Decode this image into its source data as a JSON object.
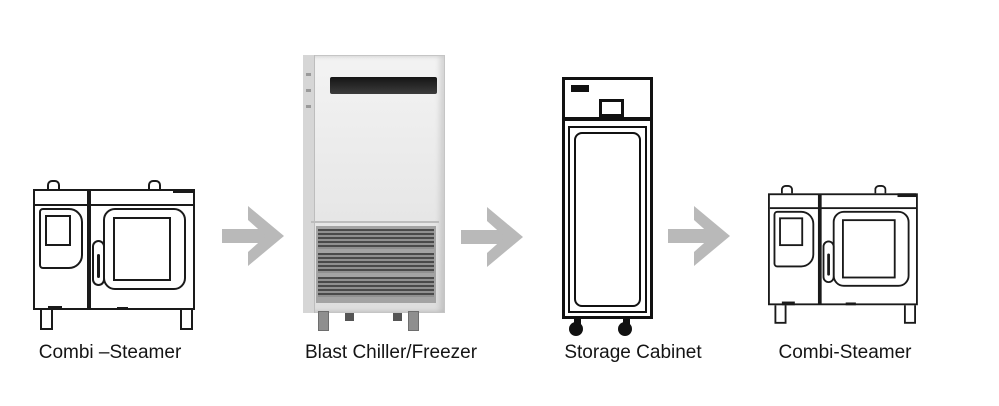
{
  "diagram": {
    "type": "process-flow",
    "background": "#ffffff",
    "stages": [
      {
        "id": "combi-steamer-start",
        "label": "Combi –Steamer",
        "illustration": "combi-oven-line-drawing"
      },
      {
        "id": "blast-chiller-freezer",
        "label": "Blast Chiller/Freezer",
        "illustration": "upright-blast-chiller-photo"
      },
      {
        "id": "storage-cabinet",
        "label": "Storage Cabinet",
        "illustration": "upright-storage-cabinet-line-drawing"
      },
      {
        "id": "combi-steamer-end",
        "label": "Combi-Steamer",
        "illustration": "combi-oven-line-drawing"
      }
    ],
    "arrow": {
      "icon": "right-arrow-icon",
      "direction": "right",
      "color": "#b9b9b9",
      "count": 3
    },
    "colors": {
      "line_art": "#1a1a1a",
      "arrow": "#b9b9b9",
      "chiller_body": "#e8e8e8",
      "chiller_panel": "#222222",
      "chiller_grille_dark": "#4a4a4a",
      "chiller_grille_light": "#909090",
      "label_text": "#141414"
    }
  }
}
